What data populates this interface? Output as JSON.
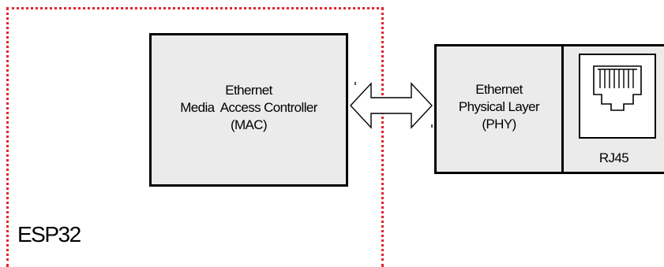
{
  "esp": {
    "label": "ESP32"
  },
  "mac": {
    "line1": "Ethernet",
    "line2": "Media  Access Controller",
    "line3": "(MAC)"
  },
  "phy": {
    "line1": "Ethernet",
    "line2": "Physical Layer",
    "line3": "(PHY)"
  },
  "rj45": {
    "label": "RJ45"
  },
  "colors": {
    "boundary": "#e0262b",
    "block_fill": "#ebebeb",
    "border": "#000000"
  },
  "icons": {
    "arrow": "double-headed-arrow-icon",
    "jack": "rj45-jack-icon"
  }
}
